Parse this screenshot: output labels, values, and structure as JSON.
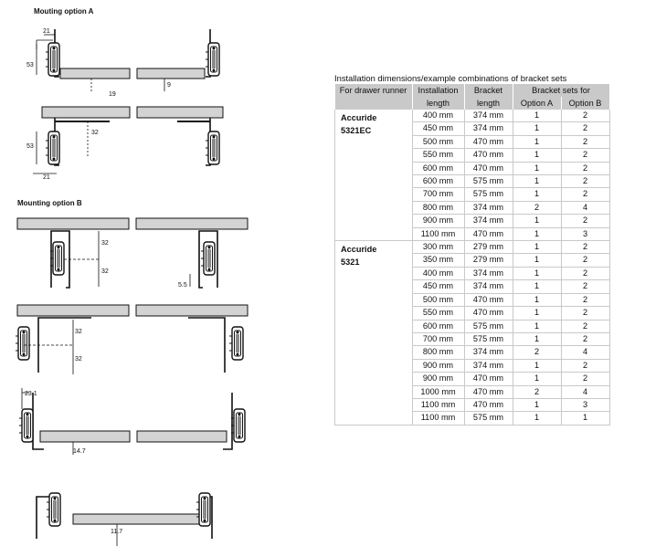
{
  "headings": {
    "option_a": "Mouting option A",
    "option_b": "Mounting option B"
  },
  "dimensions": {
    "a1_width": "21",
    "a1_height": "53",
    "a1_bottom": "19",
    "a1_gap": "9",
    "a2_height": "53",
    "a2_mid": "32",
    "a2_width": "21",
    "b1_top": "32",
    "b1_bottom": "32",
    "b1_offset": "5.5",
    "b2_top": "32",
    "b2_bottom": "32",
    "b3_width": "23.1",
    "b3_bottom": "14.7",
    "b4_bottom": "11.7"
  },
  "table": {
    "title": "Installation dimensions/example combinations of bracket sets",
    "headers": {
      "runner_line1": "For drawer runner",
      "runner_line2": "",
      "install_line1": "Installation",
      "install_line2": "length",
      "bracket_line1": "Bracket",
      "bracket_line2": "length",
      "sets_line1": "Bracket sets for",
      "option_a": "Option A",
      "option_b": "Option B"
    },
    "groups": [
      {
        "runner_line1": "Accuride",
        "runner_line2": "5321EC",
        "rows": [
          [
            "400 mm",
            "374 mm",
            "1",
            "2"
          ],
          [
            "450 mm",
            "374 mm",
            "1",
            "2"
          ],
          [
            "500 mm",
            "470 mm",
            "1",
            "2"
          ],
          [
            "550 mm",
            "470 mm",
            "1",
            "2"
          ],
          [
            "600 mm",
            "470 mm",
            "1",
            "2"
          ],
          [
            "600 mm",
            "575 mm",
            "1",
            "2"
          ],
          [
            "700 mm",
            "575 mm",
            "1",
            "2"
          ],
          [
            "800 mm",
            "374 mm",
            "2",
            "4"
          ],
          [
            "900 mm",
            "374 mm",
            "1",
            "2"
          ],
          [
            "1100 mm",
            "470 mm",
            "1",
            "3"
          ]
        ]
      },
      {
        "runner_line1": "Accuride",
        "runner_line2": "5321",
        "rows": [
          [
            "300 mm",
            "279 mm",
            "1",
            "2"
          ],
          [
            "350 mm",
            "279 mm",
            "1",
            "2"
          ],
          [
            "400 mm",
            "374 mm",
            "1",
            "2"
          ],
          [
            "450 mm",
            "374 mm",
            "1",
            "2"
          ],
          [
            "500 mm",
            "470 mm",
            "1",
            "2"
          ],
          [
            "550 mm",
            "470 mm",
            "1",
            "2"
          ],
          [
            "600 mm",
            "575 mm",
            "1",
            "2"
          ],
          [
            "700 mm",
            "575 mm",
            "1",
            "2"
          ],
          [
            "800 mm",
            "374 mm",
            "2",
            "4"
          ],
          [
            "900 mm",
            "374 mm",
            "1",
            "2"
          ],
          [
            "900 mm",
            "470 mm",
            "1",
            "2"
          ],
          [
            "1000 mm",
            "470 mm",
            "2",
            "4"
          ],
          [
            "1100 mm",
            "470 mm",
            "1",
            "3"
          ],
          [
            "1100 mm",
            "575 mm",
            "1",
            "1"
          ]
        ]
      }
    ]
  }
}
